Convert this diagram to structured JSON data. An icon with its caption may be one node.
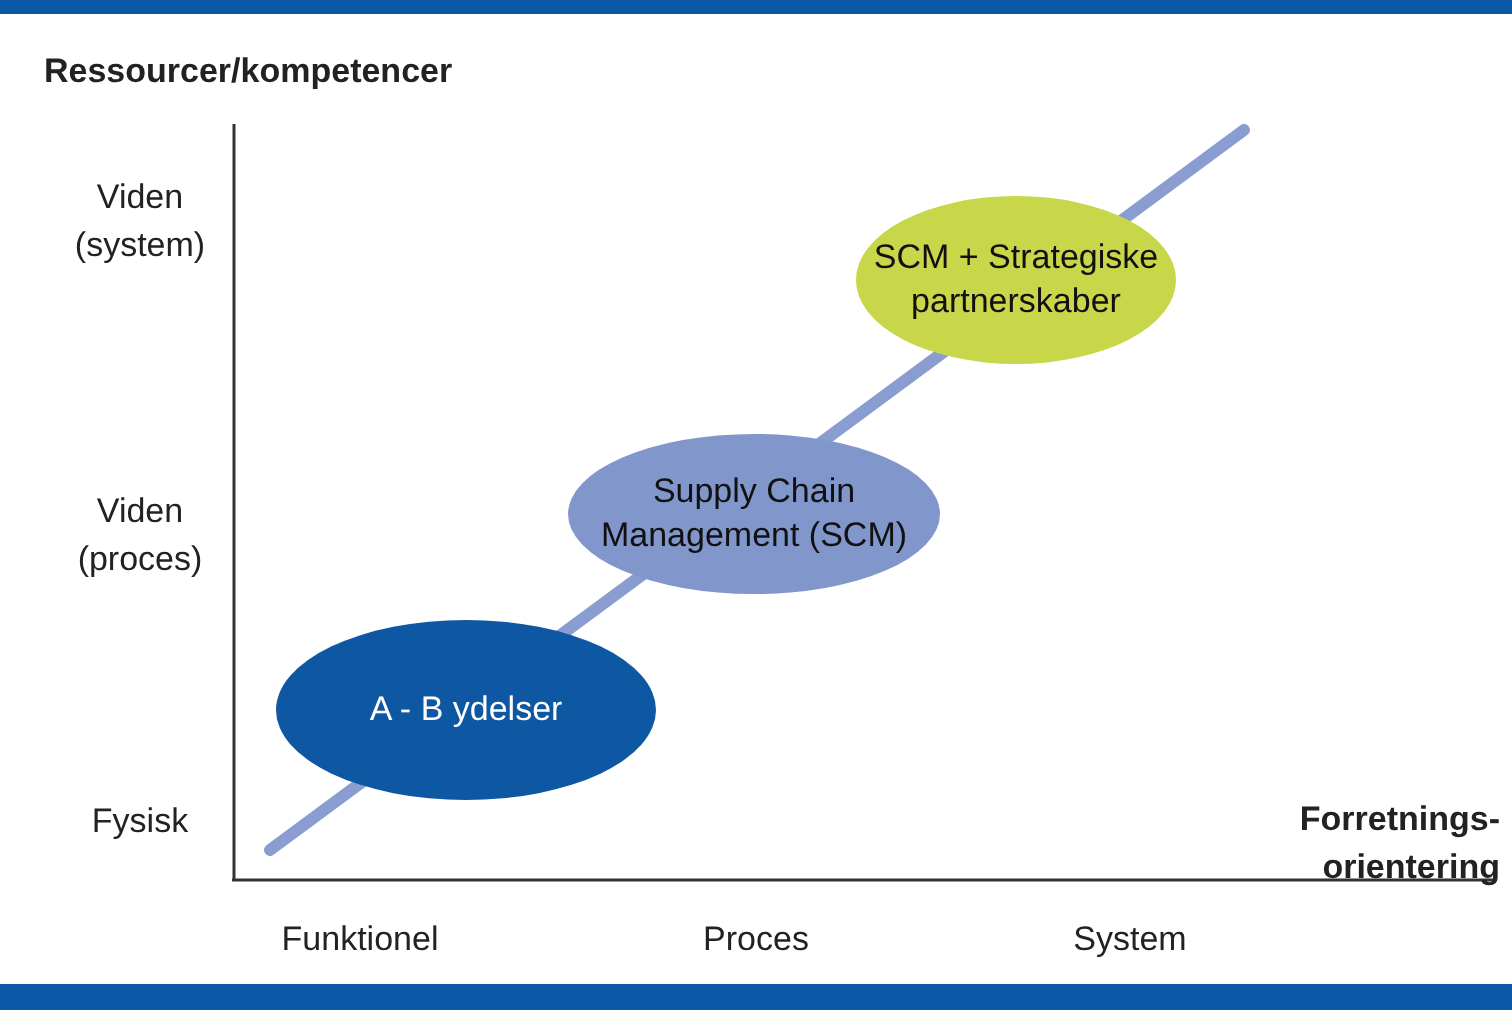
{
  "diagram": {
    "nodes": [
      {
        "text": [
          "A - B ydelser"
        ]
      },
      {
        "text": [
          "Supply Chain Management (SCM)"
        ]
      },
      {
        "text": [
          "SCM + Strategiske partnerskaber"
        ]
      }
    ],
    "labels": [
      "Ressourcer/kompetencer",
      "Viden (system)",
      "Viden (proces)",
      "Fysisk",
      "Forretnings-orientering",
      "Funktionel",
      "Proces",
      "System"
    ]
  }
}
